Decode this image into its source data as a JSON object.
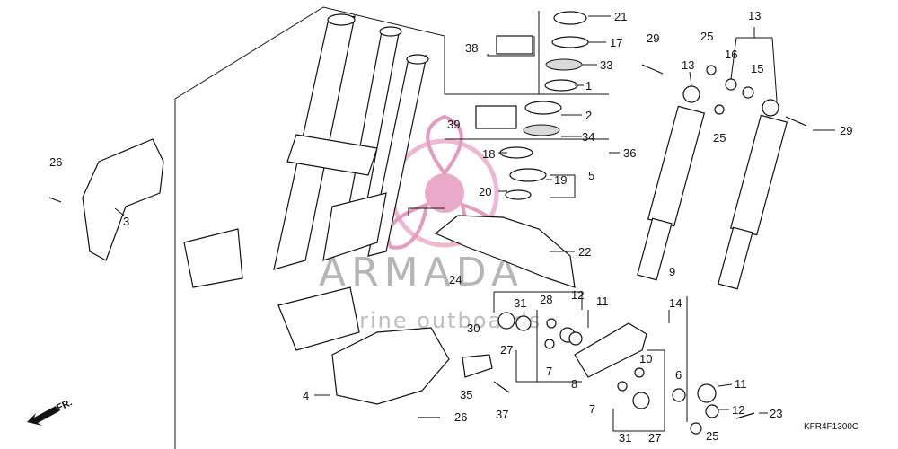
{
  "diagram_code": "KFR4F1300C",
  "direction_label": "FR.",
  "watermark": {
    "brand": "ARMADA",
    "tagline": "marine outboards",
    "logo_color": "#e79ac0"
  },
  "callouts": {
    "c3": "3",
    "c26a": "26",
    "c21": "21",
    "c17": "17",
    "c38": "38",
    "c33": "33",
    "c1": "1",
    "c2": "2",
    "c39": "39",
    "c34": "34",
    "c36": "36",
    "c18": "18",
    "c5": "5",
    "c19": "19",
    "c20": "20",
    "c22": "22",
    "c24": "24",
    "c31a": "31",
    "c28": "28",
    "c12a": "12",
    "c11a": "11",
    "c30": "30",
    "c27a": "27",
    "c7a": "7",
    "c8": "8",
    "c35": "35",
    "c37": "37",
    "c4": "4",
    "c26b": "26",
    "c29a": "29",
    "c25a": "25",
    "c13a": "13",
    "c13b": "13",
    "c16": "16",
    "c15": "15",
    "c25b": "25",
    "c29b": "29",
    "c9": "9",
    "c14": "14",
    "c10": "10",
    "c6": "6",
    "c11b": "11",
    "c12b": "12",
    "c23": "23",
    "c7b": "7",
    "c31b": "31",
    "c27b": "27",
    "c25c": "25"
  }
}
